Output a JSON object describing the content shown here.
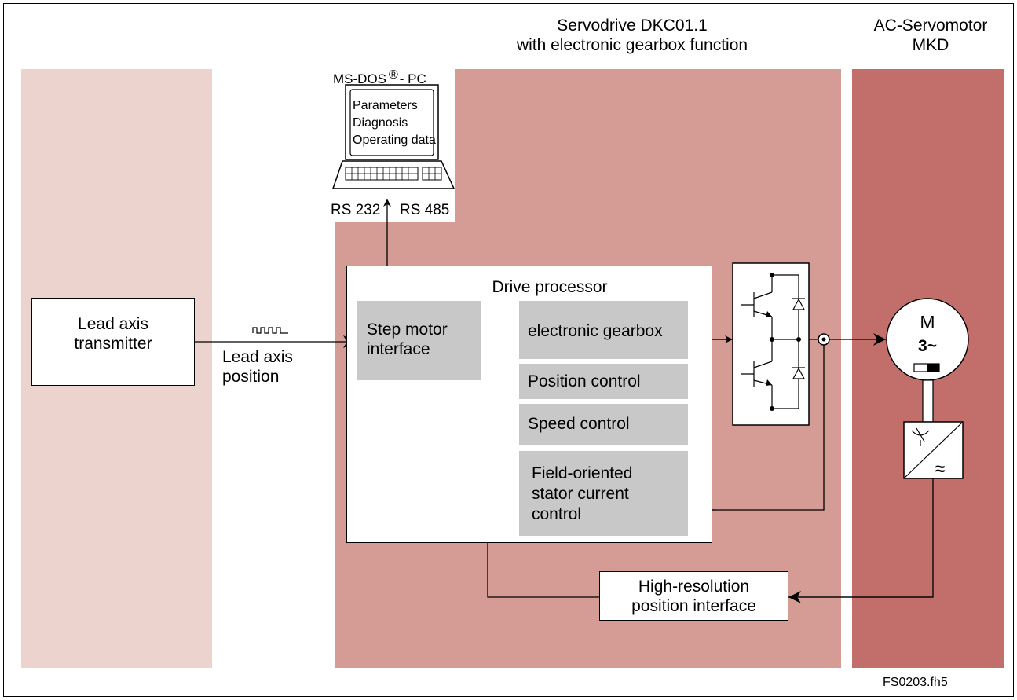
{
  "colors": {
    "lead_zone": "#ecd3cd",
    "drive_zone": "#d59b95",
    "motor_zone": "#c26f6b",
    "gray_block": "#c8c8c8"
  },
  "headers": {
    "servodrive_line1": "Servodrive DKC01.1",
    "servodrive_line2": "with electronic gearbox function",
    "motor_line1": "AC-Servomotor",
    "motor_line2": "MKD"
  },
  "pc": {
    "title": "MS-DOS",
    "registered": "®",
    "title_suffix": "- PC",
    "screen_lines": [
      "Parameters",
      "Diagnosis",
      "Operating data"
    ],
    "port_left": "RS 232",
    "port_right": "RS 485"
  },
  "lead_transmitter": {
    "line1": "Lead axis",
    "line2": "transmitter"
  },
  "lead_signal": {
    "line1": "Lead axis",
    "line2": "position"
  },
  "drive_processor": {
    "title": "Drive processor",
    "step_motor_line1": "Step motor",
    "step_motor_line2": "interface",
    "gearbox": "electronic gearbox",
    "position_control": "Position control",
    "speed_control": "Speed control",
    "current_line1": "Field-oriented",
    "current_line2": "stator current",
    "current_line3": "control"
  },
  "motor": {
    "symbol": "M",
    "phases": "3~"
  },
  "encoder_symbol": "≈",
  "position_interface": {
    "line1": "High-resolution",
    "line2": "position interface"
  },
  "footer_code": "FS0203.fh5"
}
